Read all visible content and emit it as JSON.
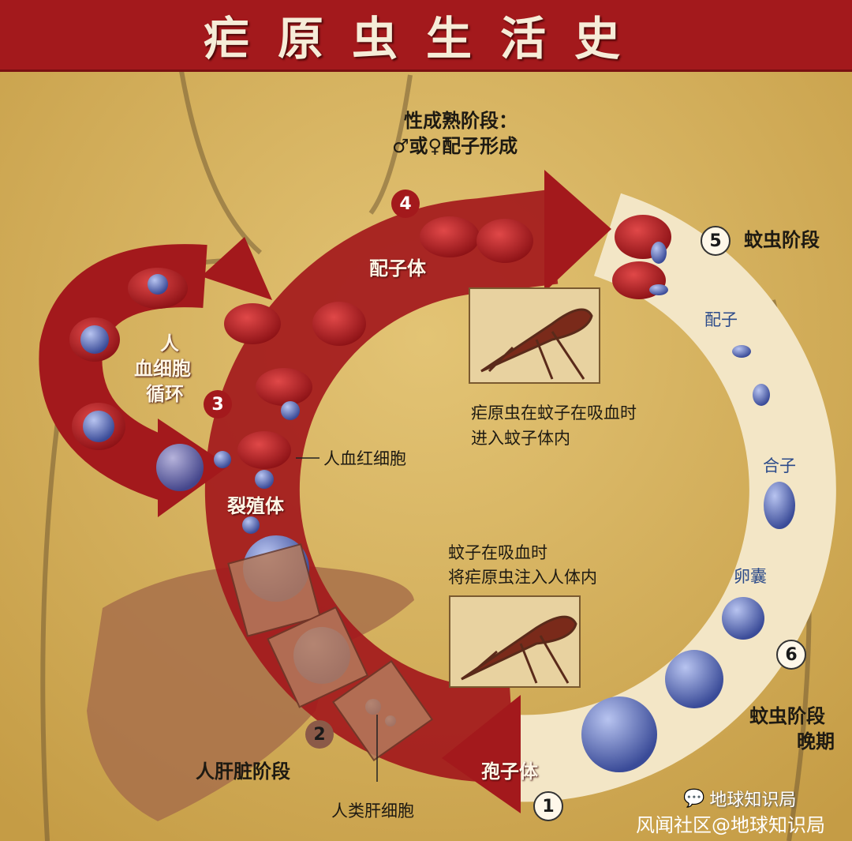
{
  "title": "疟原虫生活史",
  "stage4": {
    "number": "4",
    "heading_line1": "性成熟阶段：",
    "heading_line2": "♂或♀配子形成",
    "gametocyte": "配子体"
  },
  "stage5": {
    "number": "5",
    "label": "蚊虫阶段",
    "gamete": "配子",
    "mosquito_note_line1": "疟原虫在蚊子在吸血时",
    "mosquito_note_line2": "进入蚊子体内",
    "zygote": "合子"
  },
  "stage3": {
    "number": "3",
    "line1": "人",
    "line2": "血细胞",
    "line3": "循环",
    "rbc": "人血红细胞",
    "schizont": "裂殖体"
  },
  "injection": {
    "line1": "蚊子在吸血时",
    "line2": "将疟原虫注入人体内"
  },
  "stage6": {
    "number": "6",
    "oocyst": "卵囊",
    "label_line1": "蚊虫阶段",
    "label_line2": "晚期"
  },
  "stage2": {
    "number": "2",
    "label": "人肝脏阶段",
    "liver_cell": "人类肝细胞"
  },
  "stage1": {
    "number": "1",
    "sporozoite": "孢子体"
  },
  "watermark": {
    "wechat": "地球知识局",
    "source": "风闻社区@地球知识局"
  },
  "colors": {
    "red": "#a3191c",
    "cream": "#f3e6c6",
    "background": "#d9b45c",
    "parasite": "#4e62b0"
  }
}
